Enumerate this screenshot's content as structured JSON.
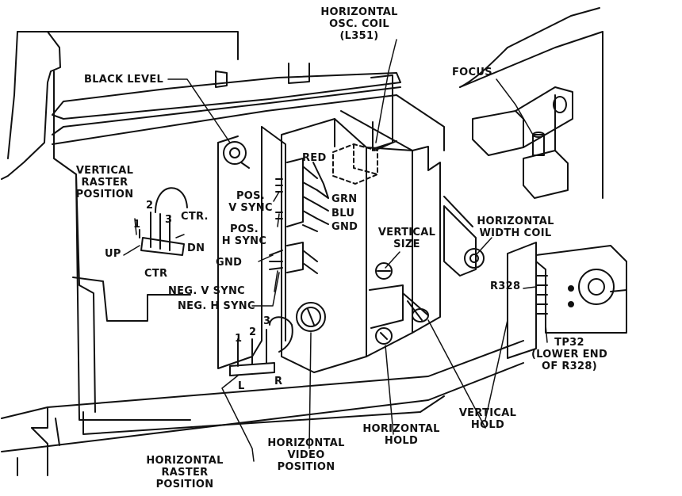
{
  "labels": {
    "horizontal_osc_coil": [
      "HORIZONTAL",
      "OSC. COIL",
      "(L351)"
    ],
    "focus": "FOCUS",
    "black_level": "BLACK LEVEL",
    "vertical_raster_position": [
      "VERTICAL",
      "RASTER",
      "POSITION"
    ],
    "red": "RED",
    "grn": "GRN",
    "blu": "BLU",
    "gnd_right": "GND",
    "pos_v_sync": [
      "POS.",
      "V SYNC"
    ],
    "pos_h_sync": [
      "POS.",
      "H SYNC"
    ],
    "gnd_left": "GND",
    "neg_v_sync": "NEG. V SYNC",
    "neg_h_sync": "NEG. H SYNC",
    "vertical_size": [
      "VERTICAL",
      "SIZE"
    ],
    "horizontal_width_coil": [
      "HORIZONTAL",
      "WIDTH COIL"
    ],
    "r328": "R328",
    "tp32": [
      "TP32",
      "(LOWER END",
      "OF R328)"
    ],
    "up": "UP",
    "dn": "DN",
    "ctr": "CTR",
    "ctr_dot": "CTR.",
    "pin1": "1",
    "pin2": "2",
    "pin3": "3",
    "hpin1": "1",
    "hpin2": "2",
    "hpin3": "3",
    "l": "L",
    "r": "R",
    "horizontal_raster_position": [
      "HORIZONTAL",
      "RASTER",
      "POSITION"
    ],
    "horizontal_video_position": [
      "HORIZONTAL",
      "VIDEO",
      "POSITION"
    ],
    "horizontal_hold": [
      "HORIZONTAL",
      "HOLD"
    ],
    "vertical_hold": [
      "VERTICAL",
      "HOLD"
    ]
  }
}
